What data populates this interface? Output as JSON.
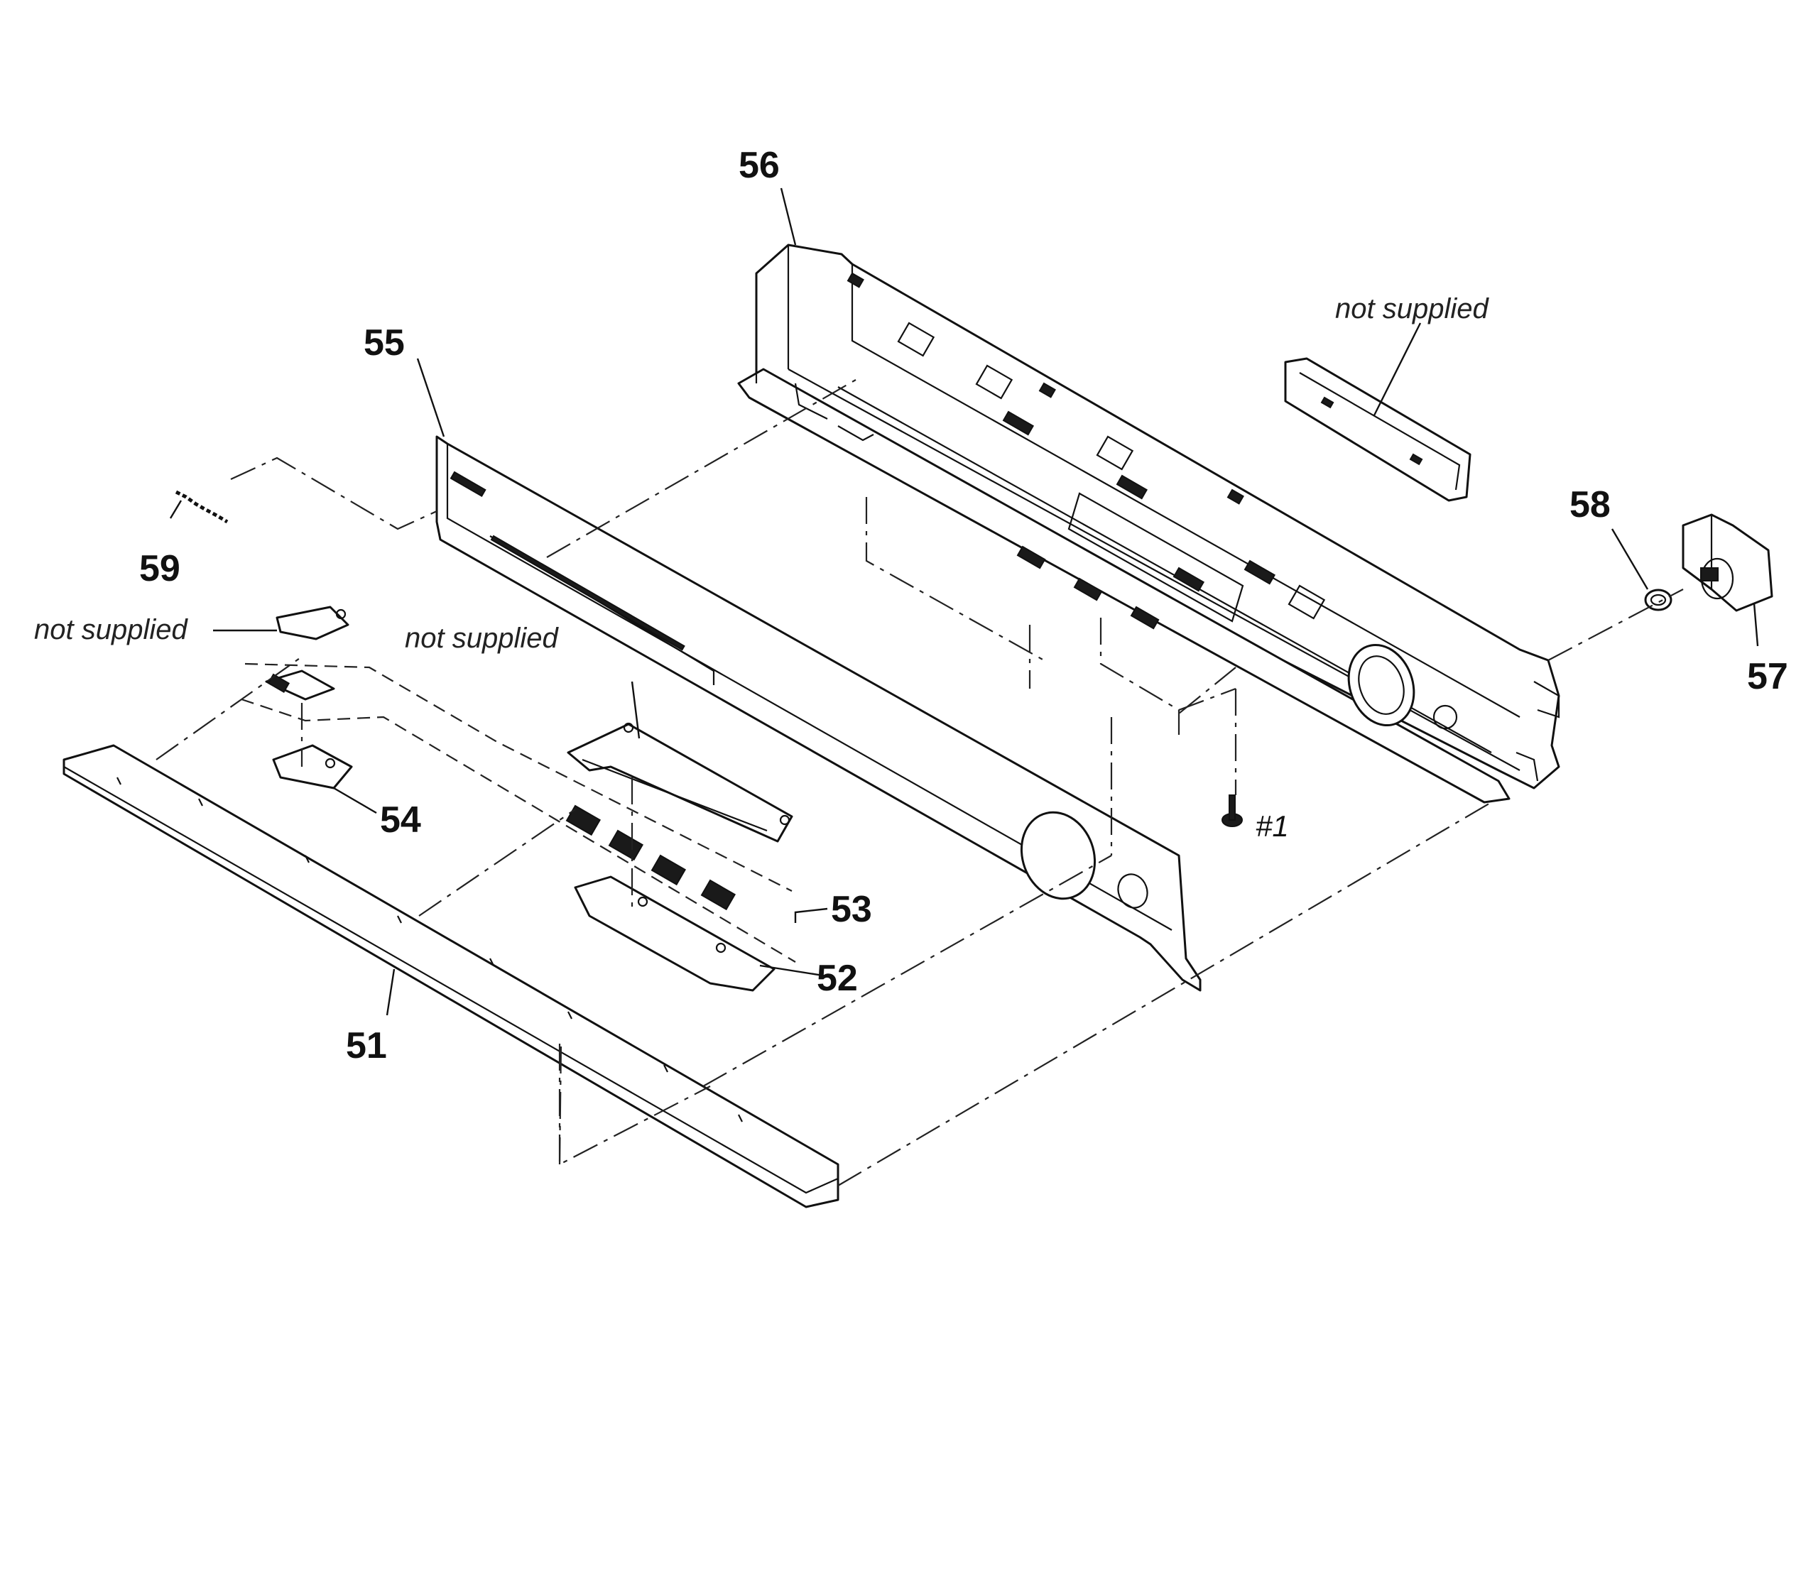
{
  "parts": {
    "p51": "51",
    "p52": "52",
    "p53": "53",
    "p54": "54",
    "p55": "55",
    "p56": "56",
    "p57": "57",
    "p58": "58",
    "p59": "59"
  },
  "notes": {
    "not_supplied_top_right": "not supplied",
    "not_supplied_left": "not supplied",
    "not_supplied_center": "not supplied"
  },
  "screw_ref": "#1"
}
